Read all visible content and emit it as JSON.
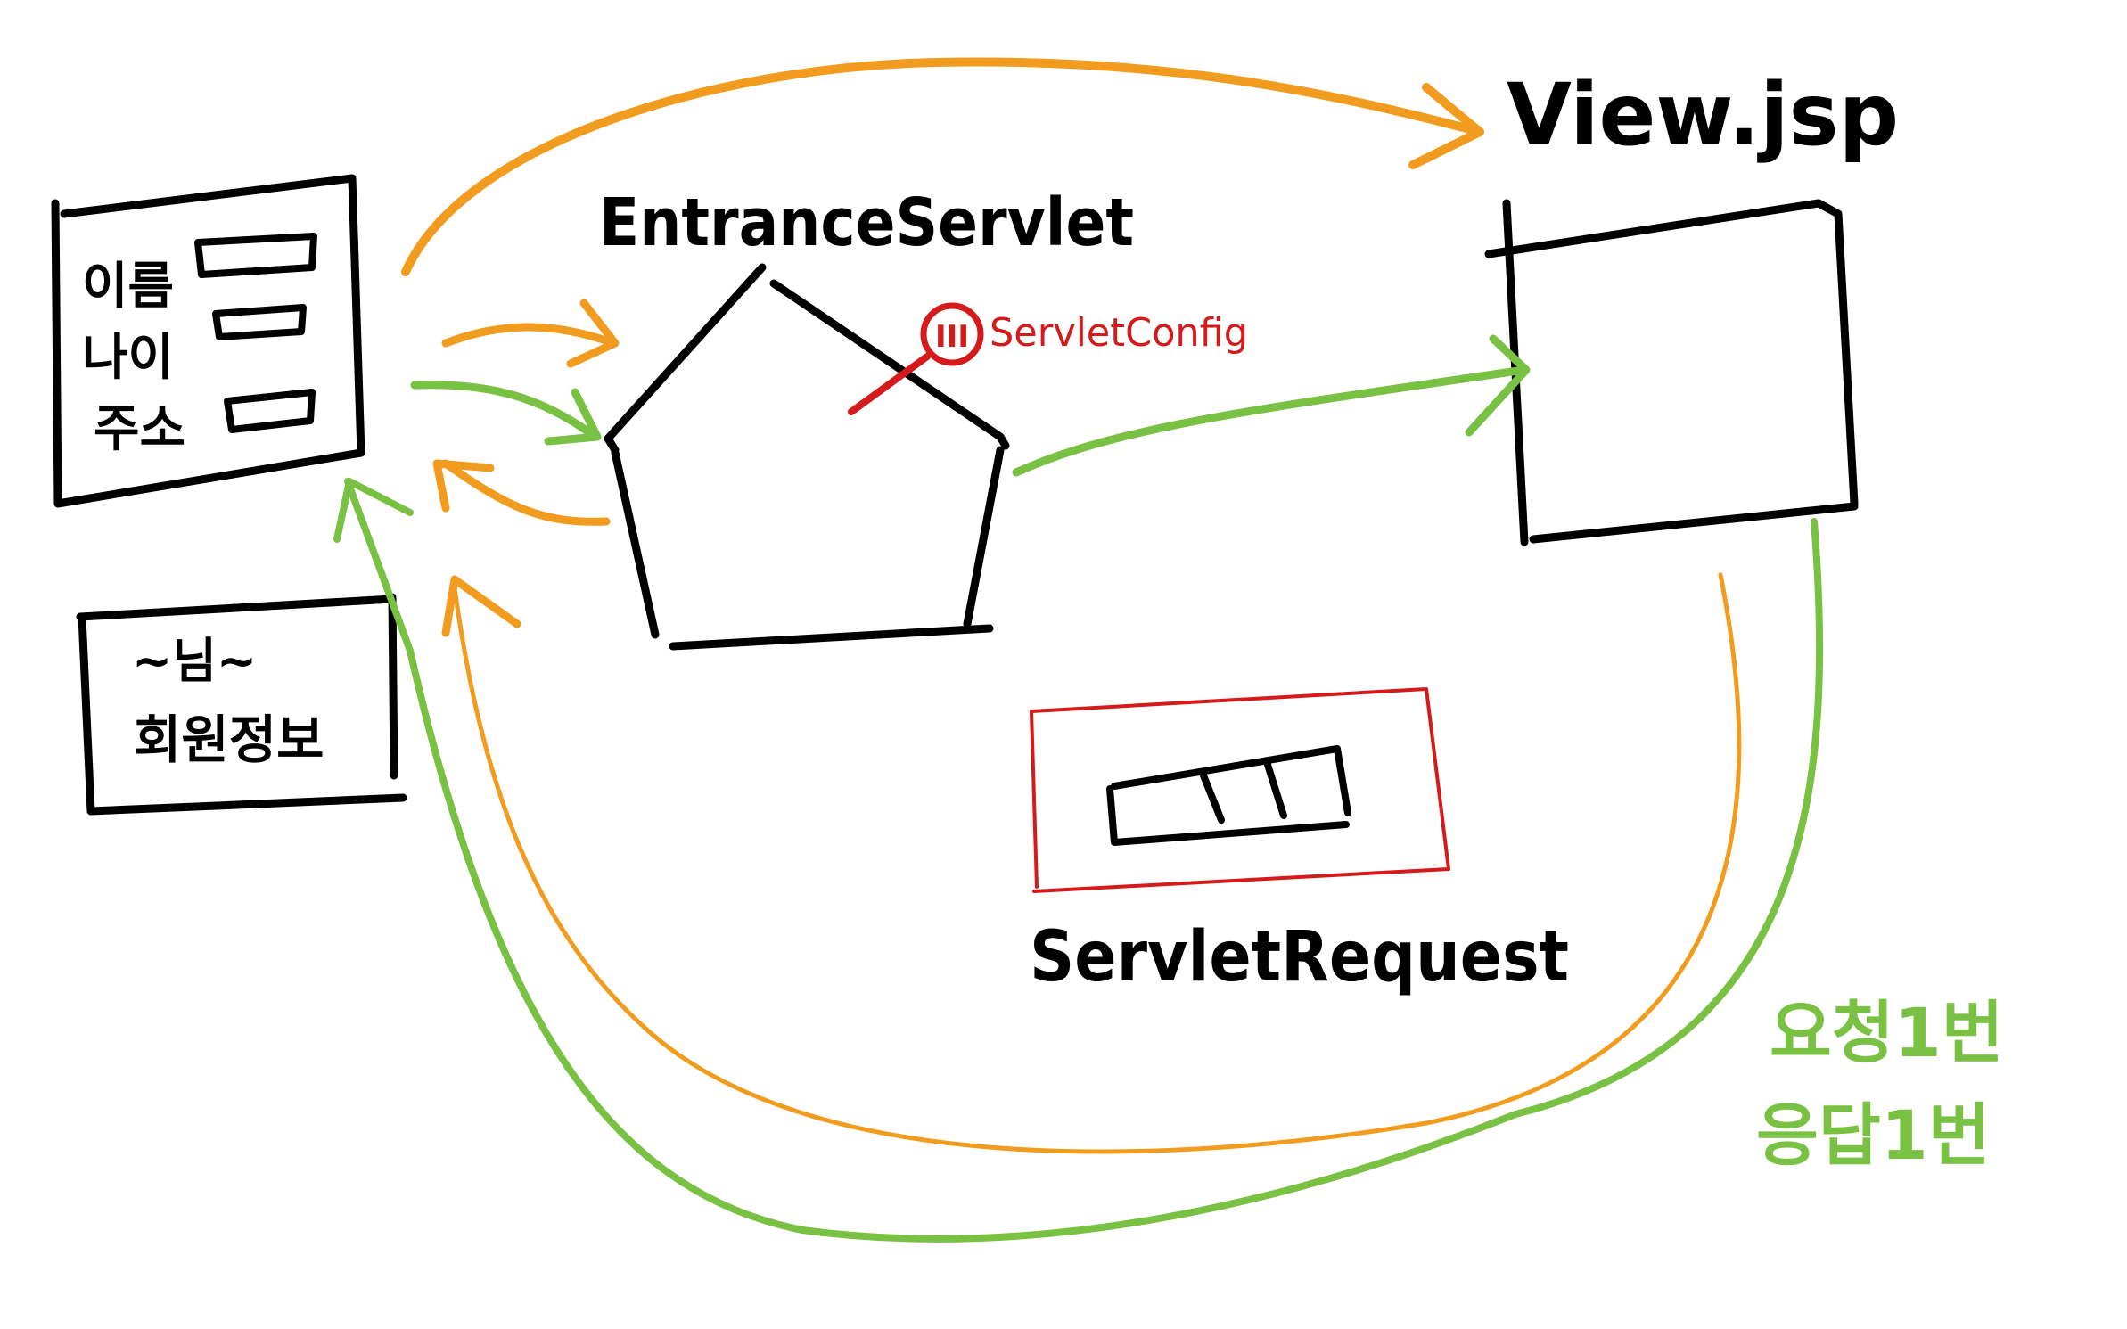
{
  "labels": {
    "view_jsp": "View.jsp",
    "entrance_servlet": "EntranceServlet",
    "servlet_config": "ServletConfig",
    "config_badge": "III",
    "servlet_request": "ServletRequest",
    "form_name": "이름",
    "form_age": "나이",
    "form_address": "주소",
    "welcome_line1": "~님~",
    "welcome_line2": "회원정보",
    "note_line1": "요청1번",
    "note_line2": "응답1번"
  },
  "colors": {
    "ink": "#000000",
    "request_flow": "#f29c1f",
    "response_flow": "#79c142",
    "servlet_objects": "#d41a1a",
    "background": "#ffffff"
  }
}
